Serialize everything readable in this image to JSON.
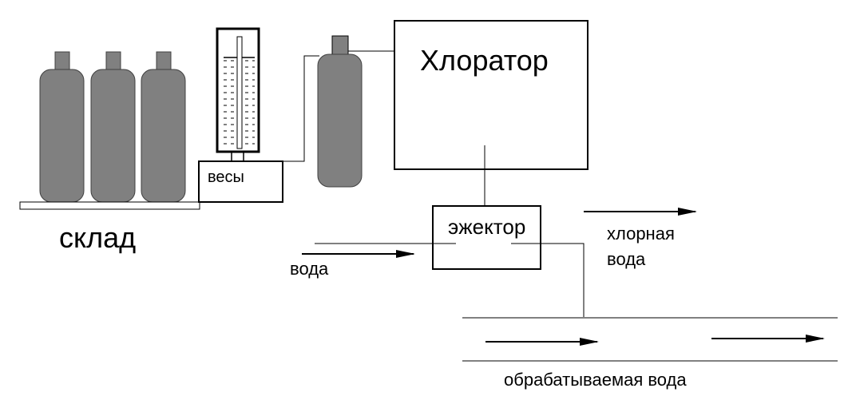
{
  "labels": {
    "warehouse": "склад",
    "scales": "весы",
    "chlorinator": "Хлоратор",
    "ejector": "эжектор",
    "water": "вода",
    "chlorine_water_line1": "хлорная",
    "chlorine_water_line2": "вода",
    "treated_water": "обрабатываемая вода"
  },
  "colors": {
    "cylinder_fill": "#808080",
    "line": "#000000",
    "background": "#ffffff"
  }
}
